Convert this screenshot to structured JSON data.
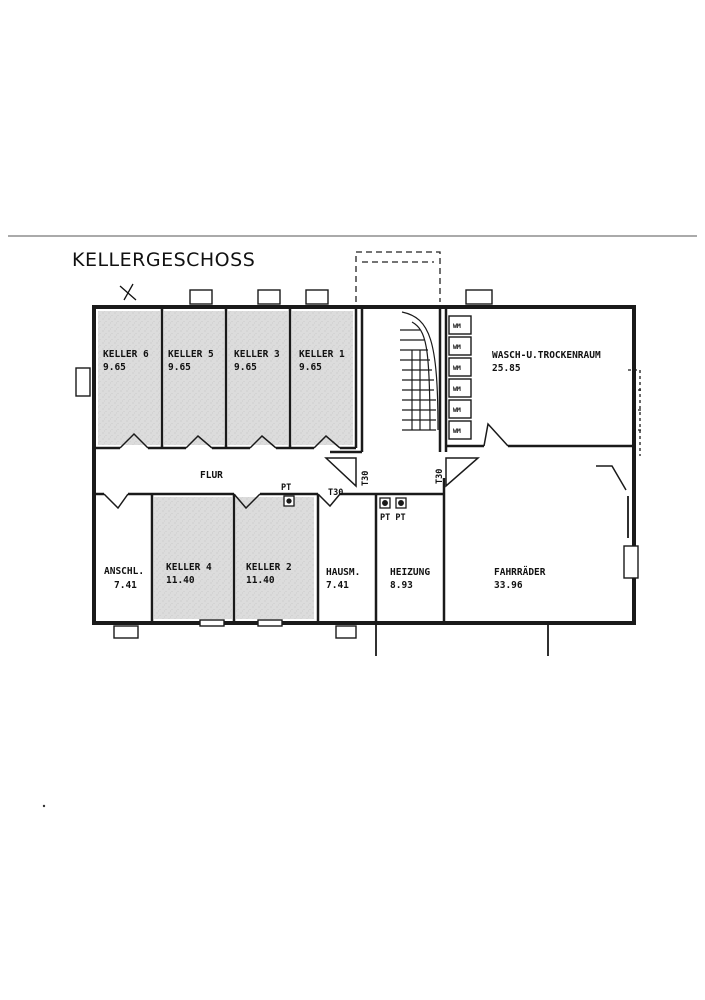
{
  "title": "KELLERGESCHOSS",
  "rooms": {
    "keller6": {
      "name": "KELLER 6",
      "area": "9.65"
    },
    "keller5": {
      "name": "KELLER 5",
      "area": "9.65"
    },
    "keller3": {
      "name": "KELLER 3",
      "area": "9.65"
    },
    "keller1": {
      "name": "KELLER 1",
      "area": "9.65"
    },
    "waschraum": {
      "name": "WASCH-U.TROCKENRAUM",
      "area": "25.85"
    },
    "flur": {
      "name": "FLUR"
    },
    "anschl": {
      "name": "ANSCHL.",
      "area": "7.41"
    },
    "keller4": {
      "name": "KELLER 4",
      "area": "11.40"
    },
    "keller2": {
      "name": "KELLER 2",
      "area": "11.40"
    },
    "hausm": {
      "name": "HAUSM.",
      "area": "7.41"
    },
    "heizung": {
      "name": "HEIZUNG",
      "area": "8.93"
    },
    "fahrrader": {
      "name": "FAHRRÄDER",
      "area": "33.96"
    }
  },
  "labels": {
    "pt_flur": "PT",
    "pt_heizung": "PT PT",
    "t30_left": "T30",
    "t30_stair": "T30",
    "t30_right": "T30"
  },
  "wm_units": [
    "WM",
    "WM",
    "WM",
    "WM",
    "WM",
    "WM"
  ],
  "colors": {
    "wall": "#1a1a1a",
    "storage_fill": "#d9d9d9"
  }
}
